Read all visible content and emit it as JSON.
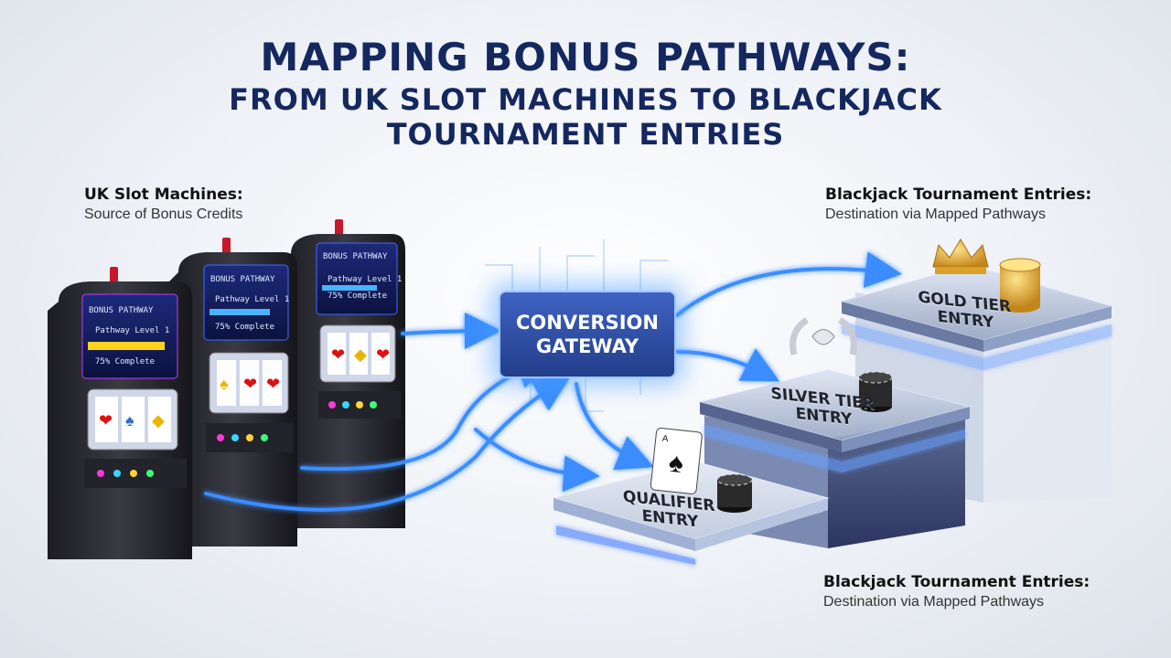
{
  "title": {
    "line1": "MAPPING BONUS PATHWAYS:",
    "line2": "FROM UK SLOT MACHINES TO BLACKJACK",
    "line3": "TOURNAMENT ENTRIES"
  },
  "source_label": {
    "heading": "UK Slot Machines:",
    "sub": "Source of Bonus Credits"
  },
  "dest_label_top": {
    "heading": "Blackjack Tournament Entries:",
    "sub": "Destination via Mapped Pathways"
  },
  "dest_label_bottom": {
    "heading": "Blackjack Tournament Entries:",
    "sub": "Destination via Mapped Pathways"
  },
  "gateway": {
    "line1": "CONVERSION",
    "line2": "GATEWAY"
  },
  "machines": [
    {
      "screen_title": "BONUS PATHWAY",
      "line1": "Pathway Level 1",
      "line2": "75% Complete"
    },
    {
      "screen_title": "BONUS PATHWAY",
      "line1": "Pathway Level 1",
      "line2": "75% Complete"
    },
    {
      "screen_title": "BONUS PATHWAY",
      "line1": "Pathway Level 1",
      "line2": "75% Complete"
    }
  ],
  "tiers": {
    "qualifier": {
      "line1": "QUALIFIER",
      "line2": "ENTRY"
    },
    "silver": {
      "line1": "SILVER TIER",
      "line2": "ENTRY"
    },
    "gold": {
      "line1": "GOLD TIER",
      "line2": "ENTRY"
    }
  },
  "colors": {
    "title": "#14275f",
    "accent_blue": "#3a8dff",
    "gateway": "#2b4aa3"
  }
}
